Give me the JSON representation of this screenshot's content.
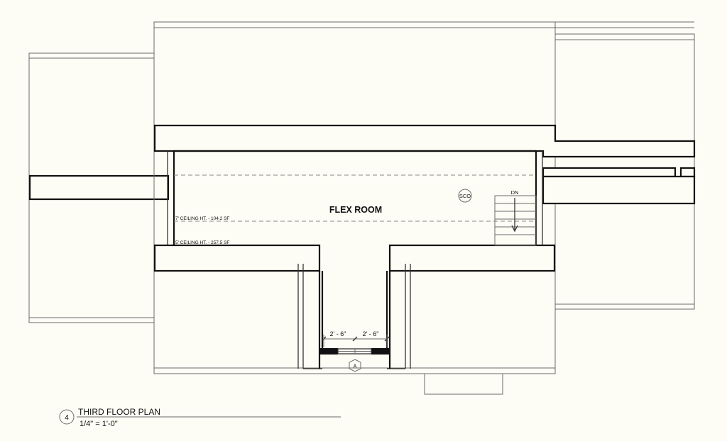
{
  "room": {
    "name": "FLEX ROOM",
    "ceiling_7": "7' CEILING HT. - 104.2 SF",
    "ceiling_5": "5' CEILING HT. - 257.5 SF"
  },
  "stair": {
    "direction": "DN"
  },
  "cleanout": {
    "label": "SCO"
  },
  "dimensions": {
    "left": "2' - 6\"",
    "right": "2' - 6\""
  },
  "section_marker": {
    "label": "A"
  },
  "title_block": {
    "number": "4",
    "title": "THIRD FLOOR PLAN",
    "scale": "1/4\" = 1'-0\""
  }
}
